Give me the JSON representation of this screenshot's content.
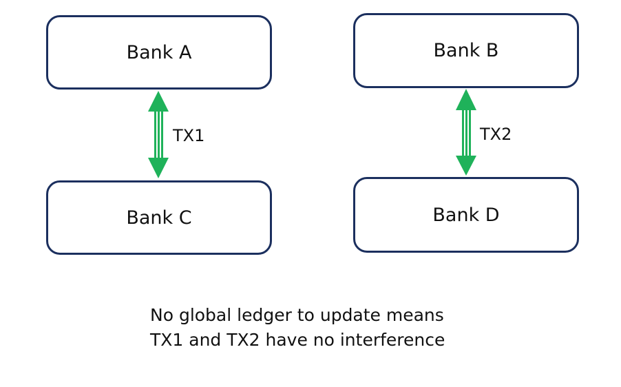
{
  "nodes": {
    "a": "Bank A",
    "b": "Bank B",
    "c": "Bank C",
    "d": "Bank D"
  },
  "edges": {
    "tx1": "TX1",
    "tx2": "TX2"
  },
  "caption": {
    "line1": "No global ledger to update means",
    "line2": "TX1 and TX2 have no interference"
  },
  "colors": {
    "box_border": "#1b2f5e",
    "arrow": "#1fb25a"
  }
}
